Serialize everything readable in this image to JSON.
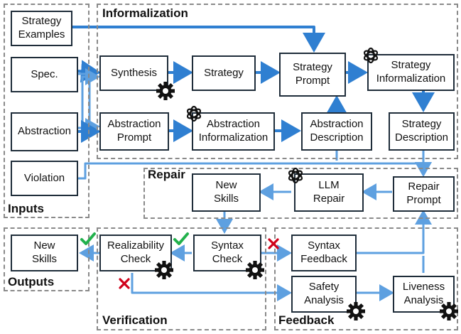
{
  "regions": {
    "informalization": "Informalization",
    "inputs": "Inputs",
    "repair": "Repair",
    "outputs": "Outputs",
    "verification": "Verification",
    "feedback": "Feedback"
  },
  "nodes": {
    "strategy_examples": "Strategy\nExamples",
    "spec": "Spec.",
    "abstraction": "Abstraction",
    "violation": "Violation",
    "synthesis": "Synthesis",
    "strategy": "Strategy",
    "strategy_prompt": "Strategy\nPrompt",
    "strategy_informalization": "Strategy\nInformalization",
    "abstraction_prompt": "Abstraction\nPrompt",
    "abstraction_informalization": "Abstraction\nInformalization",
    "abstraction_description": "Abstraction\nDescription",
    "strategy_description": "Strategy\nDescription",
    "new_skills_repair": "New\nSkills",
    "llm_repair": "LLM\nRepair",
    "repair_prompt": "Repair\nPrompt",
    "new_skills_output": "New\nSkills",
    "realizability_check": "Realizability\nCheck",
    "syntax_check": "Syntax\nCheck",
    "syntax_feedback": "Syntax\nFeedback",
    "safety_analysis": "Safety\nAnalysis",
    "liveness_analysis": "Liveness\nAnalysis"
  },
  "colors": {
    "arrow": "#2f7fd1",
    "arrow_light": "#5ea0e0",
    "box_border": "#1f2d3a",
    "region_border": "#8a8a8a",
    "check_green": "#22b14c",
    "cross_red": "#d0021b"
  },
  "icons": {
    "gear": "gear-icon",
    "llm": "openai-icon",
    "pass": "check-icon",
    "fail": "cross-icon"
  }
}
